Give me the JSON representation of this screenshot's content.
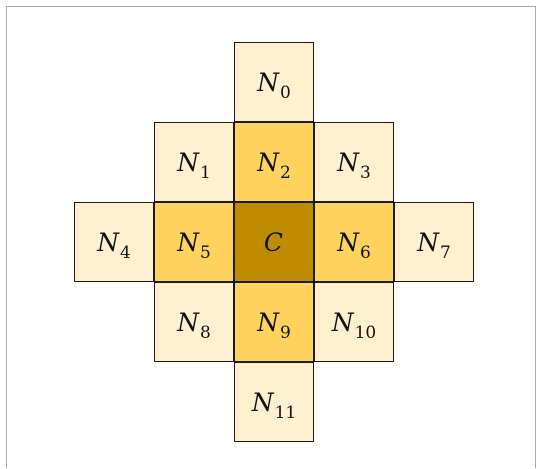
{
  "colors": {
    "light": "#fff0cf",
    "medium": "#ffd35e",
    "center": "#bf8c00"
  },
  "cells": [
    {
      "id": "n0",
      "base": "N",
      "sub": "0",
      "shade": "light"
    },
    {
      "id": "n1",
      "base": "N",
      "sub": "1",
      "shade": "light"
    },
    {
      "id": "n2",
      "base": "N",
      "sub": "2",
      "shade": "medium"
    },
    {
      "id": "n3",
      "base": "N",
      "sub": "3",
      "shade": "light"
    },
    {
      "id": "n4",
      "base": "N",
      "sub": "4",
      "shade": "light"
    },
    {
      "id": "n5",
      "base": "N",
      "sub": "5",
      "shade": "medium"
    },
    {
      "id": "c",
      "base": "C",
      "sub": "",
      "shade": "center"
    },
    {
      "id": "n6",
      "base": "N",
      "sub": "6",
      "shade": "medium"
    },
    {
      "id": "n7",
      "base": "N",
      "sub": "7",
      "shade": "light"
    },
    {
      "id": "n8",
      "base": "N",
      "sub": "8",
      "shade": "light"
    },
    {
      "id": "n9",
      "base": "N",
      "sub": "9",
      "shade": "medium"
    },
    {
      "id": "n10",
      "base": "N",
      "sub": "10",
      "shade": "light"
    },
    {
      "id": "n11",
      "base": "N",
      "sub": "11",
      "shade": "light"
    }
  ]
}
